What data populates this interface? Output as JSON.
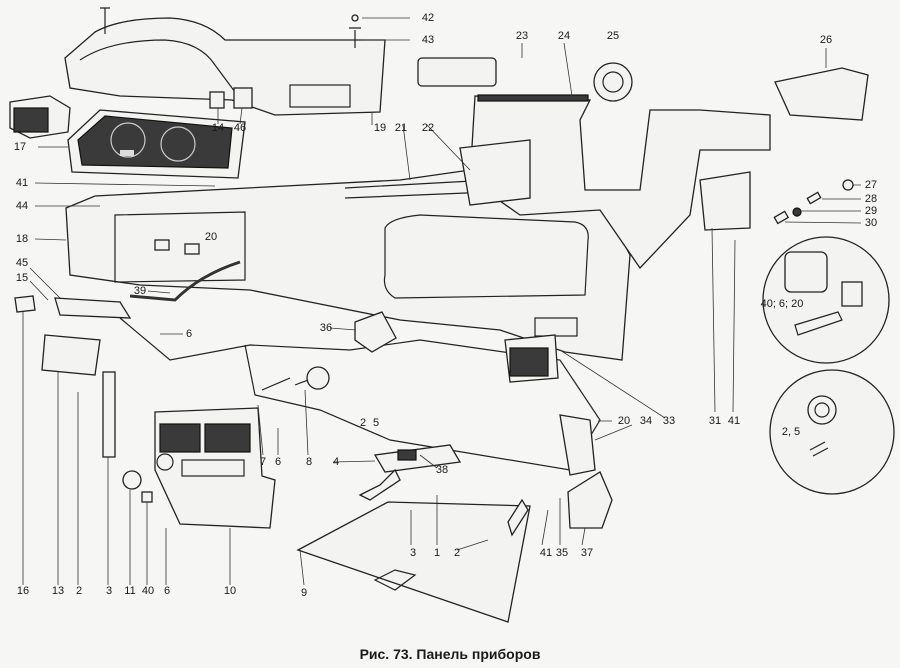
{
  "caption": "Рис. 73. Панель приборов",
  "callouts": {
    "c42": "42",
    "c43": "43",
    "c23": "23",
    "c24": "24",
    "c25": "25",
    "c26": "26",
    "c14": "14",
    "c46": "46",
    "c19": "19",
    "c21": "21",
    "c22": "22",
    "c17": "17",
    "c41a": "41",
    "c44": "44",
    "c18": "18",
    "c20a": "20",
    "c27": "27",
    "c28": "28",
    "c29": "29",
    "c30": "30",
    "c45": "45",
    "c15": "15",
    "c39": "39",
    "c6a": "6",
    "c36": "36",
    "inset1": "40; 6; 20",
    "inset2": "2, 5",
    "c20b": "20",
    "c34": "34",
    "c33": "33",
    "c31": "31",
    "c41b": "41",
    "c7": "7",
    "c6b": "6",
    "c8": "8",
    "c2a": "2",
    "c5": "5",
    "c4": "4",
    "c38": "38",
    "c3a": "3",
    "c1": "1",
    "c2b": "2",
    "c41c": "41",
    "c35": "35",
    "c37": "37",
    "c9": "9",
    "c16": "16",
    "c13": "13",
    "c2c": "2",
    "c3b": "3",
    "c11": "11",
    "c40": "40",
    "c6c": "6",
    "c10": "10"
  }
}
